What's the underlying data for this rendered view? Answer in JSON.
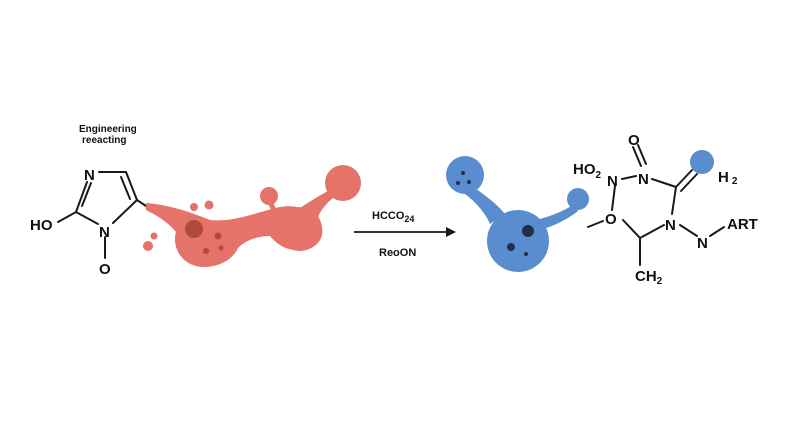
{
  "header": {
    "line1": "Engineering",
    "line2": "reeacting"
  },
  "left_molecule": {
    "atoms": {
      "n_top": "N",
      "n_bottom": "N",
      "ho": "HO",
      "o_bottom": "O"
    }
  },
  "blobs": {
    "red_color": "#e5736a",
    "red_dark": "#b04a40",
    "blue_color": "#5a8dd0",
    "blue_dark": "#1e3247"
  },
  "arrow": {
    "condition_top": "HCCO",
    "condition_top_sub": "24",
    "condition_bottom": "ReoON"
  },
  "right_molecule": {
    "atoms": {
      "ho2": "HO",
      "ho2_sub": "2",
      "o_top": "O",
      "n_left": "N",
      "n_center_top": "N",
      "h2": "H",
      "h2_sub": "2",
      "o_left": "O",
      "n_center": "N",
      "n_right": "N",
      "art": "ART",
      "ch2": "CH",
      "ch2_sub": "2"
    },
    "accent_color": "#5a8dd0"
  }
}
